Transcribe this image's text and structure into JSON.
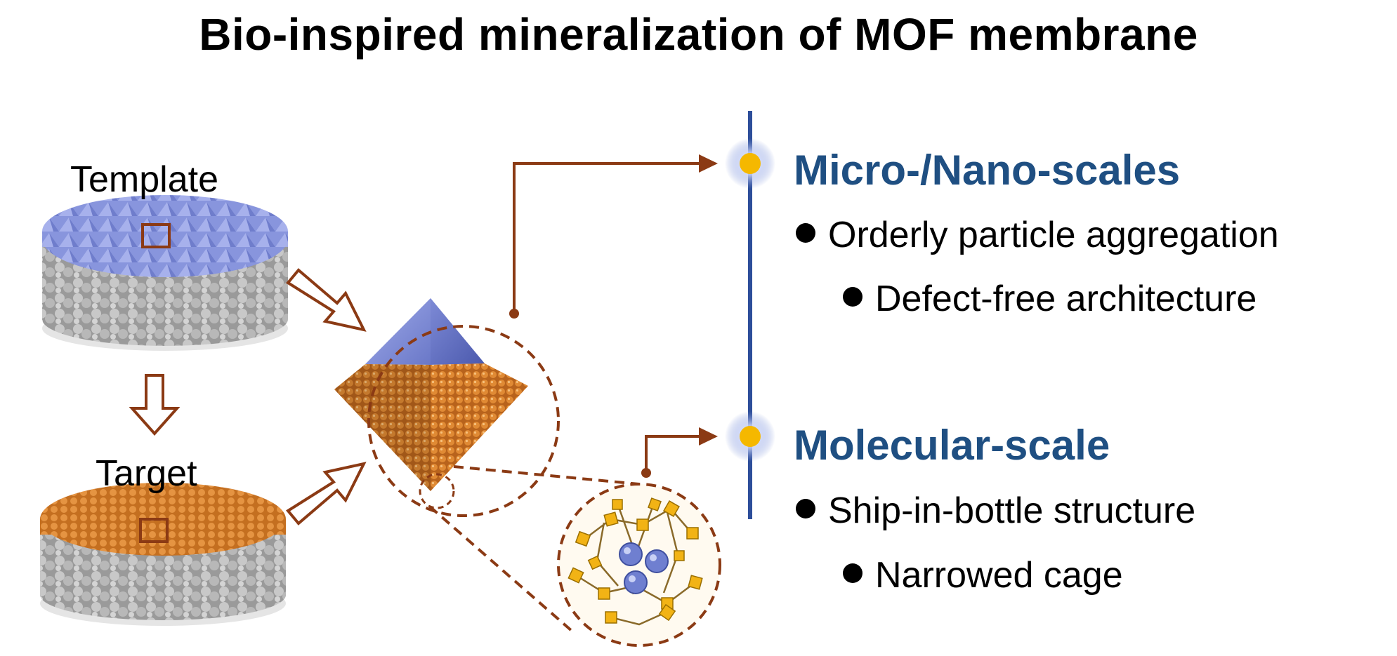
{
  "title": "Bio-inspired mineralization of MOF membrane",
  "left": {
    "template_label": "Template",
    "target_label": "Target"
  },
  "right": {
    "micro": {
      "heading": "Micro-/Nano-scales",
      "bullets": [
        "Orderly particle aggregation",
        "Defect-free architecture"
      ]
    },
    "molecular": {
      "heading": "Molecular-scale",
      "bullets": [
        "Ship-in-bottle structure",
        "Narrowed cage"
      ]
    }
  },
  "colors": {
    "accent_brown": "#8b3a14",
    "heading_blue": "#1f4f82",
    "timeline_blue": "#2d4e9a",
    "node_yellow": "#f5b800",
    "template_blue": "#8d9ae0",
    "mof_orange": "#cf7a26",
    "support_gray": "#b4b4b4"
  }
}
